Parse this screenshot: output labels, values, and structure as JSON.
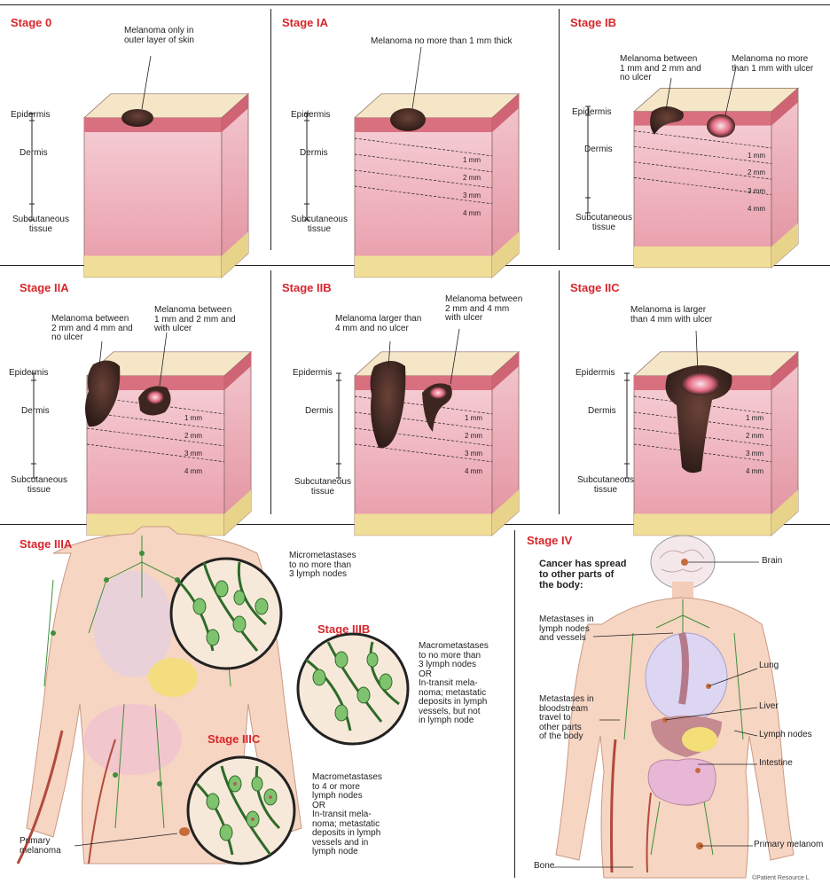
{
  "stages": {
    "s0": {
      "title": "Stage 0",
      "callout": "Melanoma only in\nouter layer of skin"
    },
    "s1a": {
      "title": "Stage IA",
      "callout": "Melanoma no more than 1 mm thick"
    },
    "s1b": {
      "title": "Stage IB",
      "callout_a": "Melanoma between\n1 mm and 2 mm and\nno ulcer",
      "callout_b": "Melanoma no more\nthan 1 mm with ulcer"
    },
    "s2a": {
      "title": "Stage IIA",
      "callout_a": "Melanoma between\n2 mm and 4 mm and\nno ulcer",
      "callout_b": "Melanoma between\n1 mm and 2 mm and\nwith ulcer"
    },
    "s2b": {
      "title": "Stage IIB",
      "callout_a": "Melanoma larger than\n4 mm and no ulcer",
      "callout_b": "Melanoma between\n2 mm and 4 mm\nwith ulcer"
    },
    "s2c": {
      "title": "Stage IIC",
      "callout": "Melanoma is larger\nthan 4 mm with ulcer"
    }
  },
  "layers": {
    "epidermis": "Epidermis",
    "dermis": "Dermis",
    "subcutaneous": "Subcutaneous\ntissue"
  },
  "depths": [
    "1 mm",
    "2 mm",
    "3 mm",
    "4 mm"
  ],
  "stage3": {
    "title_a": "Stage IIIA",
    "title_b": "Stage IIIB",
    "title_c": "Stage IIIC",
    "note_a": "Micrometastases\nto no more than\n3 lymph nodes",
    "note_b": "Macrometastases\nto no more than\n3 lymph nodes\n         OR\nIn-transit mela-\nnoma; metastatic\ndeposits in lymph\nvessels, but not\nin lymph node",
    "note_c": "Macrometastases\nto 4 or more\nlymph nodes\n         OR\nIn-transit mela-\nnoma; metastatic\ndeposits in lymph\nvessels and in\nlymph node",
    "primary": "Primary\nmelanoma"
  },
  "stage4": {
    "title": "Stage IV",
    "heading": "Cancer has spread\nto other parts of\nthe body:",
    "left_1": "Metastases in\nlymph nodes\nand vessels",
    "left_2": "Metastases in\nbloodstream\ntravel to\nother parts\nof the body",
    "bone": "Bone",
    "brain": "Brain",
    "lung": "Lung",
    "liver": "Liver",
    "lymph": "Lymph nodes",
    "intestine": "Intestine",
    "primary": "Primary melanom",
    "credit": "©Patient Resource L"
  },
  "colors": {
    "title_red": "#d8262b",
    "skin_top": "#e9a0a8",
    "dermis": "#f1b9c4",
    "fat": "#f2e2a0",
    "tumor": "#3e2620",
    "lymph": "#3f8f3a"
  }
}
